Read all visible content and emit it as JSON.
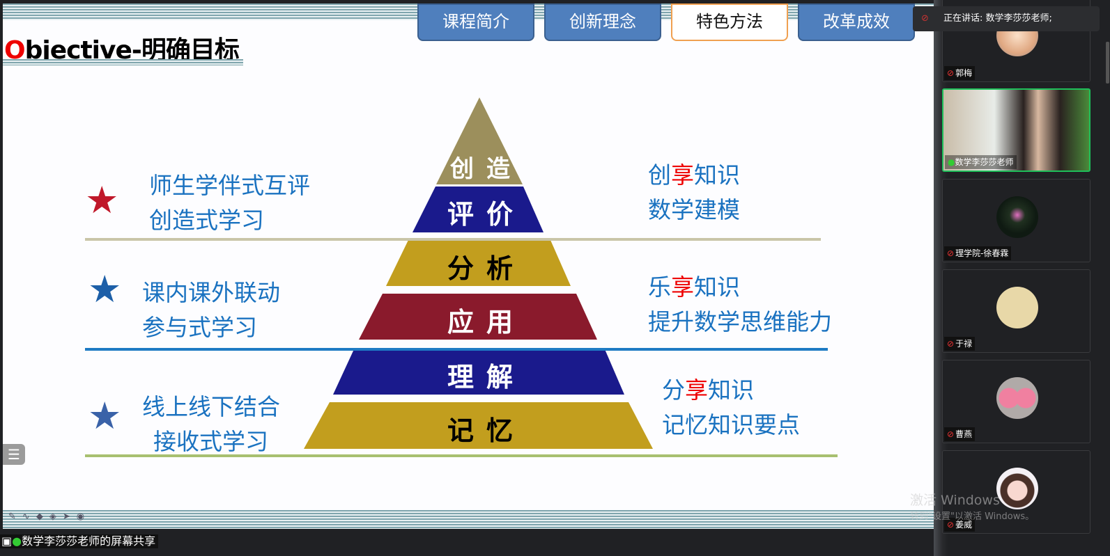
{
  "slide": {
    "title_first": "O",
    "title_rest": "bjective-明确目标",
    "tabs": [
      {
        "label": "课程简介"
      },
      {
        "label": "创新理念"
      },
      {
        "label": "特色方法",
        "active": true
      },
      {
        "label": "改革成效"
      }
    ],
    "pyramid": [
      "创造",
      "评价",
      "分析",
      "应用",
      "理解",
      "记忆"
    ],
    "left": [
      {
        "l1": "师生学伴式互评",
        "l2": "创造式学习",
        "star_color": "#c0182a"
      },
      {
        "l1": "课内课外联动",
        "l2": "参与式学习",
        "star_color": "#1d5fa8"
      },
      {
        "l1": "线上线下结合",
        "l2": "接收式学习",
        "star_color": "#3a62a8"
      }
    ],
    "right": [
      {
        "a": "创",
        "b": "享",
        "c": "知识",
        "l2": "数学建模"
      },
      {
        "a": "乐",
        "b": "享",
        "c": "知识",
        "l2": "提升数学思维能力"
      },
      {
        "a": "分",
        "b": "享",
        "c": "知识",
        "l2": "记忆知识要点"
      }
    ],
    "colors": {
      "olive": "#9c8f5c",
      "navy": "#1a1a8c",
      "gold": "#c29e1e",
      "maroon": "#8a1a2c"
    }
  },
  "share_label": "数学李莎莎老师的屏幕共享",
  "speaking": "正在讲话: 数学李莎莎老师;",
  "participants": [
    {
      "name": "郭梅"
    },
    {
      "name": "数学李莎莎老师"
    },
    {
      "name": "理学院-徐春霖"
    },
    {
      "name": "于禄"
    },
    {
      "name": "曹燕"
    },
    {
      "name": "姜威"
    }
  ],
  "watermark": {
    "line1": "激活 Windows",
    "line2": "转到\"设置\"以激活 Windows。"
  }
}
